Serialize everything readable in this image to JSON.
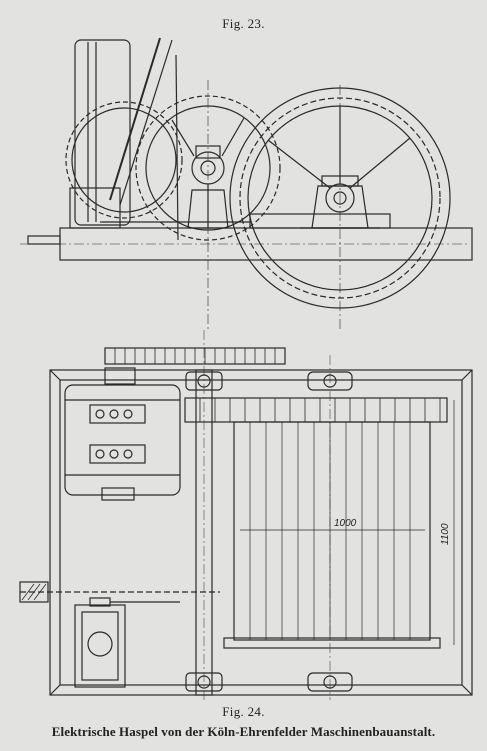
{
  "figure_top": {
    "label": "Fig. 23."
  },
  "figure_bottom": {
    "label": "Fig. 24.",
    "dimension_drum_diameter": "1000",
    "dimension_drum_length": "1100"
  },
  "caption": "Elektrische Haspel von der Köln-Ehrenfelder Maschinenbauanstalt.",
  "colors": {
    "paper": "#e2e2e0",
    "ink": "#2a2a2a"
  }
}
